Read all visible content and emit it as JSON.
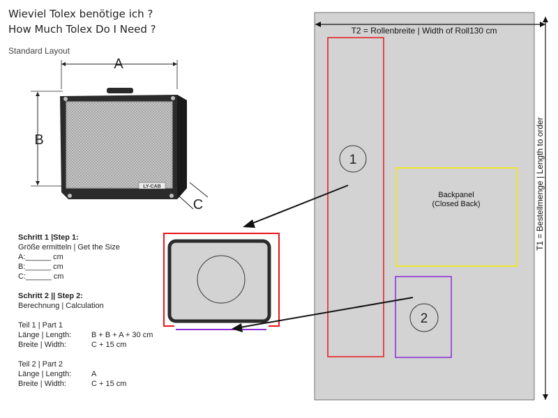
{
  "header": {
    "title_de": "Wieviel Tolex benötige ich  ?",
    "title_en": "How Much Tolex Do I Need ?",
    "subtitle": "Standard Layout"
  },
  "dimensions": {
    "a": "A",
    "b": "B",
    "c": "C"
  },
  "amp": {
    "badge": "LY-CAB"
  },
  "step1": {
    "heading": "Schritt 1 |Step 1:",
    "desc": "Größe ermitteln | Get the Size",
    "a_line": "A:______ cm",
    "b_line": "B:______ cm",
    "c_line": "C:______ cm"
  },
  "step2": {
    "heading": "Schritt 2 || Step 2:",
    "desc": "Berechnung | Calculation",
    "part1_title": "Teil 1 | Part 1",
    "part1_length_label": "Länge | Length:",
    "part1_length_value": "B + B + A + 30 cm",
    "part1_width_label": "Breite | Width:",
    "part1_width_value": "C + 15 cm",
    "part2_title": "Teil 2 | Part 2",
    "part2_length_label": "Länge | Length:",
    "part2_length_value": "A",
    "part2_width_label": "Breite | Width:",
    "part2_width_value": "C + 15 cm"
  },
  "roll": {
    "width_label": "T2 = Rollenbreite | Width of Roll130 cm",
    "length_label": "T1 = Bestellmenge | Length to order",
    "backpanel_line1": "Backpanel",
    "backpanel_line2": "(Closed Back)",
    "piece1_number": "1",
    "piece2_number": "2"
  },
  "colors": {
    "roll": "#d3d3d3",
    "piece1": "#e8141b",
    "piece2": "#8a2bd8",
    "backpanel": "#f2e81a"
  }
}
